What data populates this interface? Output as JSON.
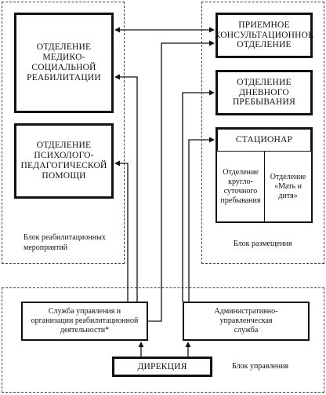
{
  "blocks": {
    "rehab_block_label": "Блок реабилитационных\nмероприятий",
    "placement_block_label": "Блок размещения",
    "management_block_label": "Блок управления"
  },
  "units": {
    "medsoc": "ОТДЕЛЕНИЕ\nМЕДИКО-\nСОЦИАЛЬНОЙ\nРЕАБИЛИТАЦИИ",
    "psych": "ОТДЕЛЕНИЕ\nПСИХОЛОГО-\nПЕДАГОГИЧЕСКОЙ\nПОМОЩИ",
    "reception": "ПРИЕМНОЕ\nКОНСУЛЬТАЦИОННОЕ\nОТДЕЛЕНИЕ",
    "daycare": "ОТДЕЛЕНИЕ\nДНЕВНОГО\nПРЕБЫВАНИЯ",
    "hospital": "СТАЦИОНАР",
    "hospital_sub_1": "Отделение\nкругло-\nсуточного\nпребывания",
    "hospital_sub_2": "Отделение\n«Мать и\nдитя»",
    "rehab_service": "Служба управления и\nорганизации реабилитационной\nдеятельности*",
    "admin_service": "Административно-\nуправленческая\nслужба",
    "directorate": "ДИРЕКЦИЯ"
  }
}
